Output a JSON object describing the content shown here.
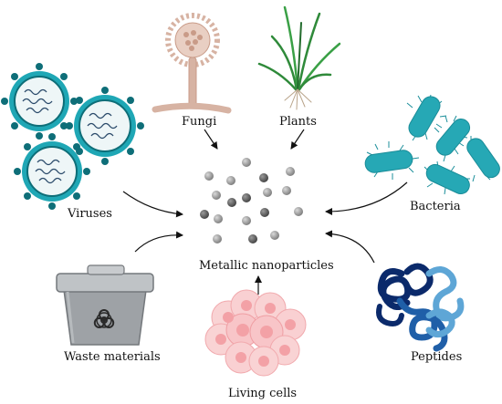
{
  "labels": {
    "fungi": "Fungi",
    "plants": "Plants",
    "viruses": "Viruses",
    "bacteria": "Bacteria",
    "center": "Metallic nanoparticles",
    "waste": "Waste materials",
    "peptides": "Peptides",
    "living_cells": "Living cells"
  },
  "colors": {
    "virus_teal": "#1fa7b5",
    "virus_dark": "#0e6e78",
    "bacteria": "#26a8b5",
    "peptide_dark": "#0b2a6b",
    "peptide_light": "#5ea6d6",
    "cell": "#f6a9ae",
    "plant": "#2f8a3a",
    "fungi": "#d7b3a3",
    "bin": "#9ea2a6",
    "arrow": "#111111"
  },
  "icons": [
    "virus-icon",
    "fungi-icon",
    "plant-icon",
    "bacteria-icon",
    "nanoparticles-icon",
    "waste-bin-icon",
    "biohazard-icon",
    "peptide-icon",
    "cells-icon"
  ]
}
